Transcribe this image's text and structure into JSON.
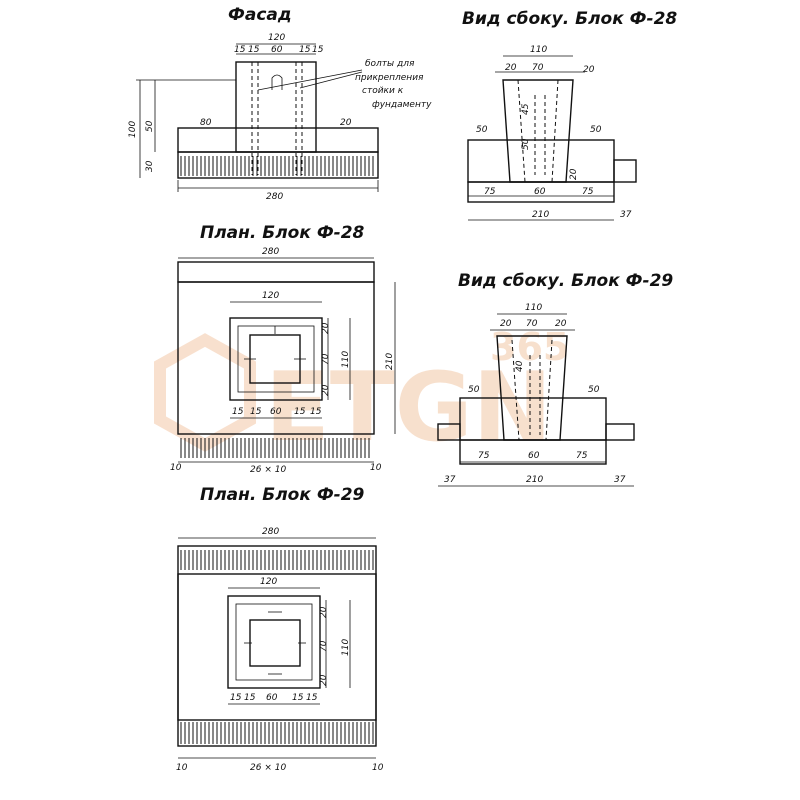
{
  "titles": {
    "facade": "Фасад",
    "side_f28": "Вид сбоку. Блок Ф-28",
    "plan_f28": "План. Блок Ф-28",
    "side_f29": "Вид сбоку. Блок Ф-29",
    "plan_f29": "План. Блок Ф-29"
  },
  "note": {
    "line1": "болты для",
    "line2": "прикрепления",
    "line3": "стойки к",
    "line4": "фундаменту"
  },
  "facade": {
    "d120": "120",
    "d15a": "15",
    "d15b": "15",
    "d60": "60",
    "d15c": "15",
    "d15d": "15",
    "d100": "100",
    "d80": "80",
    "d20": "20",
    "d50": "50",
    "d30": "30",
    "d280": "280"
  },
  "side28": {
    "d110": "110",
    "d20l": "20",
    "d70": "70",
    "d20r": "20",
    "d50l": "50",
    "d50r": "50",
    "d45": "45",
    "d50": "50",
    "d75l": "75",
    "d60": "60",
    "d75r": "75",
    "d210": "210",
    "d37": "37",
    "d20b": "20"
  },
  "plan28": {
    "d280": "280",
    "d120": "120",
    "d20a": "20",
    "d70": "70",
    "d20b": "20",
    "d110": "110",
    "d210": "210",
    "d15a": "15",
    "d15b": "15",
    "d60": "60",
    "d15c": "15",
    "d15d": "15",
    "d26x10": "26 × 10",
    "d10l": "10",
    "d10r": "10"
  },
  "side29": {
    "d110": "110",
    "d20l": "20",
    "d70": "70",
    "d20r": "20",
    "d50l": "50",
    "d50r": "50",
    "d40": "40",
    "d75l": "75",
    "d60": "60",
    "d75r": "75",
    "d37l": "37",
    "d210": "210",
    "d37r": "37"
  },
  "plan29": {
    "d280": "280",
    "d120": "120",
    "d20a": "20",
    "d70": "70",
    "d20b": "20",
    "d110": "110",
    "d15a": "15",
    "d15b": "15",
    "d60": "60",
    "d15c": "15",
    "d15d": "15",
    "d26x10": "26 × 10",
    "d10l": "10",
    "d10r": "10"
  },
  "watermark": {
    "text": "ETGN",
    "sup": "365"
  }
}
